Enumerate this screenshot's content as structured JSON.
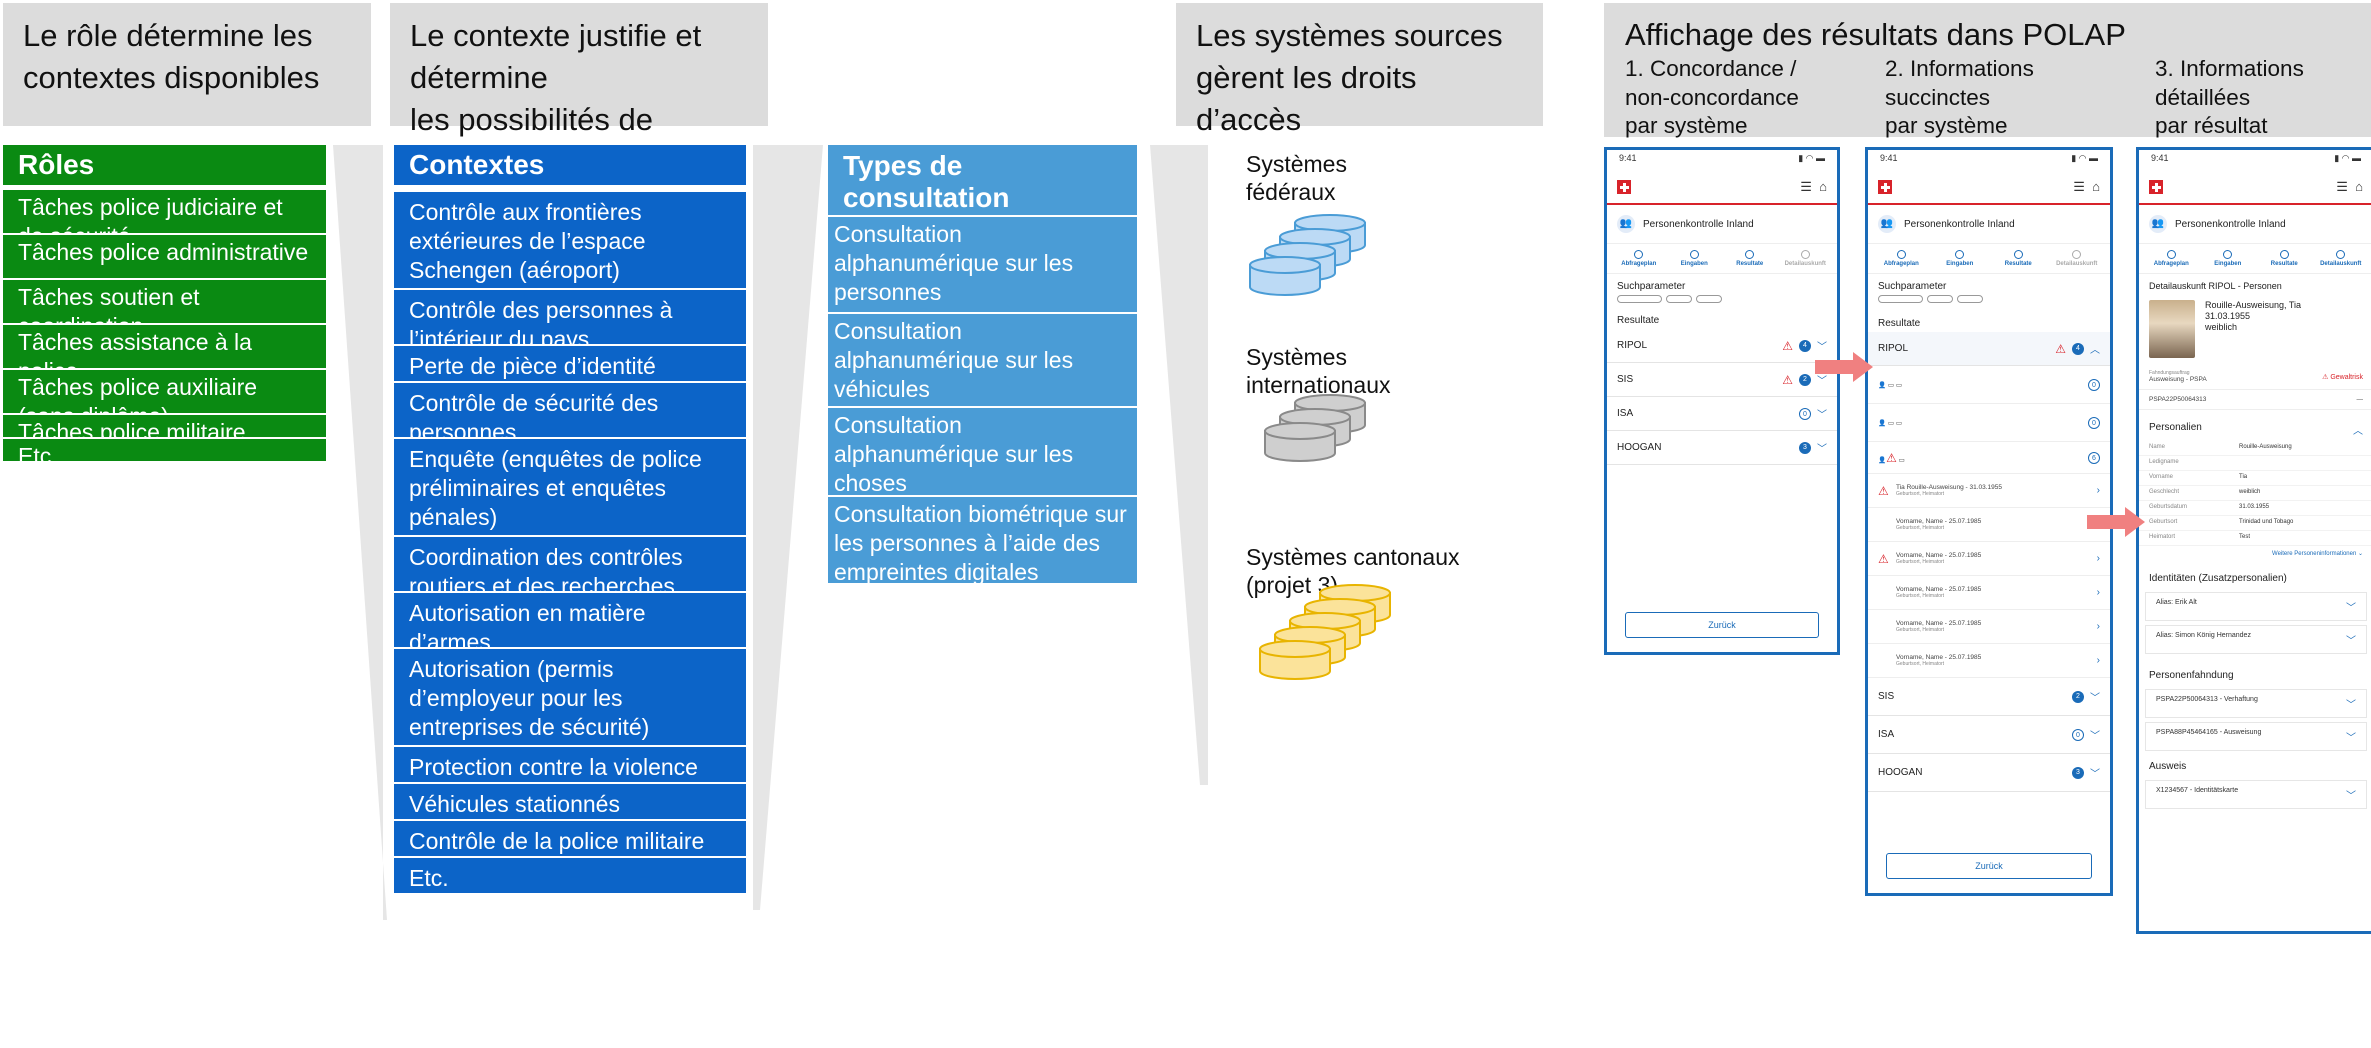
{
  "headers": {
    "roles": [
      "Le rôle détermine les",
      "contextes disponibles"
    ],
    "contexts": [
      "Le contexte justifie et détermine",
      "les possibilités de consultation"
    ],
    "sources": [
      "Les systèmes sources",
      "gèrent les droits d’accès"
    ],
    "display": "Affichage des résultats dans POLAP",
    "display_sub": [
      [
        "1. Concordance /",
        "non-concordance",
        "par système"
      ],
      [
        "2. Informations",
        "succinctes",
        "par système"
      ],
      [
        "3. Informations",
        "détaillées",
        "par résultat"
      ]
    ]
  },
  "roles": {
    "title": "Rôles",
    "items": [
      "Tâches police judiciaire et de sécurité",
      "Tâches police administrative",
      "Tâches soutien et coordination",
      "Tâches assistance à la police",
      "Tâches police auxiliaire (sans diplôme)",
      "Tâches police militaire",
      "Etc."
    ]
  },
  "contexts": {
    "title": "Contextes",
    "items": [
      "Contrôle aux frontières extérieures de l’espace Schengen (aéroport)",
      "Contrôle des personnes à l’intérieur du pays",
      "Perte de pièce d’identité",
      "Contrôle de sécurité des personnes",
      "Enquête (enquêtes de police préliminaires et enquêtes pénales)",
      "Coordination des contrôles routiers et des recherches",
      "Autorisation en matière d’armes",
      "Autorisation (permis d’employeur pour les entreprises de sécurité)",
      "Protection contre la violence",
      "Véhicules stationnés",
      "Contrôle de la police militaire",
      "Etc."
    ]
  },
  "types": {
    "title": "Types de consultation",
    "items": [
      "Consultation alphanumérique sur les personnes",
      "Consultation alphanumérique sur les véhicules",
      "Consultation alphanumérique sur les choses",
      "Consultation biométrique sur les personnes à l’aide des empreintes digitales"
    ]
  },
  "systems": [
    {
      "label": "Systèmes fédéraux",
      "color": "#bcdaf5",
      "stroke": "#4a9cd6"
    },
    {
      "label": "Systèmes internationaux",
      "color": "#cfcfcf",
      "stroke": "#8a8a8a"
    },
    {
      "label": "Systèmes cantonaux (projet 3)",
      "color": "#fbe39a",
      "stroke": "#e8b400"
    }
  ],
  "phone": {
    "time": "9:41",
    "app_title": "Personenkontrolle Inland",
    "steps": [
      "Abfrageplan",
      "Eingaben",
      "Resultate",
      "Detailauskunft"
    ],
    "search_params": "Suchparameter",
    "results": "Resultate",
    "back": "Zurück",
    "p1_rows": [
      {
        "name": "RIPOL",
        "warn": true,
        "count": "4"
      },
      {
        "name": "SIS",
        "warn": true,
        "count": "2"
      },
      {
        "name": "ISA",
        "warn": false,
        "count": "0"
      },
      {
        "name": "HOOGAN",
        "warn": false,
        "count": "3"
      }
    ],
    "p2_entries": [
      {
        "title": "Tia Rouille-Ausweisung - 31.03.1955",
        "sub": "Geburtsort, Heimatort",
        "warn": true
      },
      {
        "title": "Vorname, Name - 25.07.1985",
        "sub": "Geburtsort, Heimatort",
        "warn": false
      },
      {
        "title": "Vorname, Name - 25.07.1985",
        "sub": "Geburtsort, Heimatort",
        "warn": true
      },
      {
        "title": "Vorname, Name - 25.07.1985",
        "sub": "Geburtsort, Heimatort",
        "warn": false
      },
      {
        "title": "Vorname, Name - 25.07.1985",
        "sub": "Geburtsort, Heimatort",
        "warn": false
      },
      {
        "title": "Vorname, Name - 25.07.1985",
        "sub": "Geburtsort, Heimatort",
        "warn": false
      }
    ],
    "p2_bottom_rows": [
      {
        "name": "SIS",
        "count": "2"
      },
      {
        "name": "ISA",
        "count": "0"
      },
      {
        "name": "HOOGAN",
        "count": "3"
      }
    ],
    "p3": {
      "title": "Detailauskunft RIPOL - Personen",
      "person_name": "Rouille-Ausweisung, Tia",
      "person_dob": "31.03.1955",
      "person_sex": "weiblich",
      "measure": "Ausweisung - PSPA",
      "alert": "Gewaltrisk",
      "ref": "PSPA22P50064313",
      "personalien": "Personalien",
      "fields": [
        [
          "Name",
          "Rouille-Ausweisung"
        ],
        [
          "Ledigname",
          ""
        ],
        [
          "Vorname",
          "Tia"
        ],
        [
          "Geschlecht",
          "weiblich"
        ],
        [
          "Geburtsdatum",
          "31.03.1955"
        ],
        [
          "Geburtsort",
          "Trinidad und Tobago"
        ],
        [
          "Heimatort",
          "Test"
        ]
      ],
      "more": "Weitere Personeninformationen",
      "identities_title": "Identitäten (Zusatzpersonalien)",
      "identities": [
        "Alias: Erik Alt",
        "Alias: Simon König Hernandez"
      ],
      "search_title": "Personenfahndung",
      "search_items": [
        "PSPA22P50064313 - Verhaftung",
        "PSPA88P45464165 - Ausweisung"
      ],
      "doc_title": "Ausweis",
      "doc_items": [
        "X1234567 - Identitätskarte"
      ]
    }
  }
}
